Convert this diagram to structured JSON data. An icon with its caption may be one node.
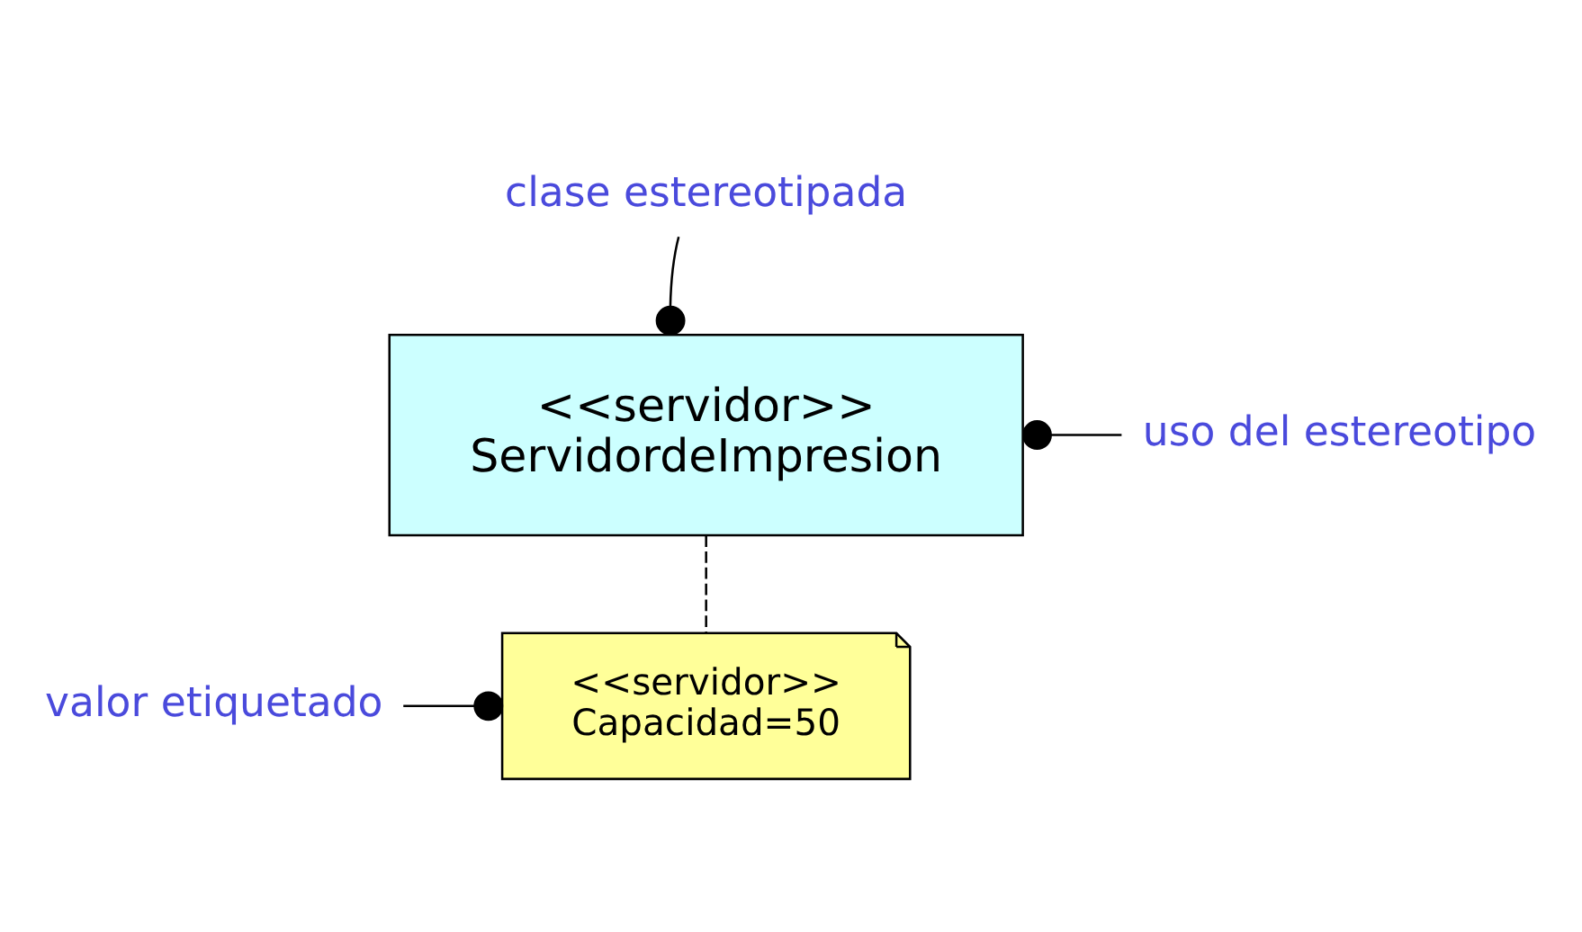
{
  "diagram": {
    "nodes": [
      {
        "text": [
          "<<servidor>>",
          "ServidordeImpresion"
        ]
      },
      {
        "text": [
          "<<servidor>>",
          "Capacidad=50"
        ]
      },
      {
        "text": [
          "clase estereotipada"
        ]
      },
      {
        "text": [
          "uso del estereotipo"
        ]
      },
      {
        "text": [
          "valor etiquetado"
        ]
      }
    ],
    "edges": [
      {
        "from": 0,
        "to": 1,
        "arrow": "none",
        "style": "dashed"
      },
      {
        "from": 2,
        "to": 0,
        "arrow": "other"
      },
      {
        "from": 3,
        "to": 0,
        "arrow": "other"
      },
      {
        "from": 4,
        "to": 1,
        "arrow": "other"
      }
    ]
  }
}
